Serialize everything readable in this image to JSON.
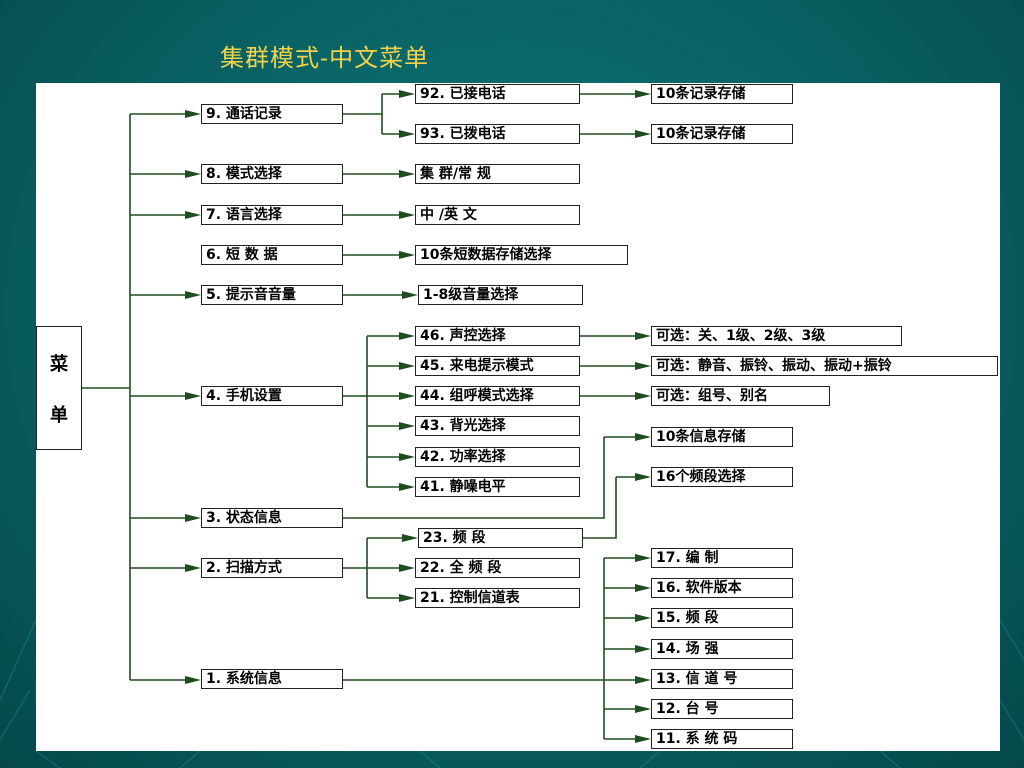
{
  "title": "集群模式-中文菜单",
  "root": [
    "菜",
    "单"
  ],
  "nodes": {
    "n9": "9. 通话记录",
    "n92": "92. 已接电话",
    "n93": "93. 已拨电话",
    "n92r": "10条记录存储",
    "n93r": "10条记录存储",
    "n8": "8. 模式选择",
    "n8r": "集 群/常 规",
    "n7": "7. 语言选择",
    "n7r": "中 /英 文",
    "n6": "6. 短 数 据",
    "n6r": "10条短数据存储选择",
    "n5": "5. 提示音音量",
    "n5r": "1-8级音量选择",
    "n4": "4. 手机设置",
    "n46": "46. 声控选择",
    "n46r": "可选：关、1级、2级、3级",
    "n45": "45. 来电提示模式",
    "n45r": "可选：静音、振铃、振动、振动+振铃",
    "n44": "44. 组呼模式选择",
    "n44r": "可选：组号、别名",
    "n43": "43. 背光选择",
    "n42": "42. 功率选择",
    "n41": "41. 静噪电平",
    "n3": "3. 状态信息",
    "n3r": "10条信息存储",
    "n23r": "16个频段选择",
    "n2": "2. 扫描方式",
    "n23": "23. 频 段",
    "n22": "22. 全 频 段",
    "n21": "21. 控制信道表",
    "n1": "1. 系统信息",
    "n17": "17. 编 制",
    "n16": "16. 软件版本",
    "n15": "15. 频 段",
    "n14": "14. 场 强",
    "n13": "13. 信 道 号",
    "n12": "12. 台 号",
    "n11": "11. 系 统 码"
  },
  "colors": {
    "background": "#085e60",
    "title": "#f4d24a",
    "line": "#1f4d1f",
    "panel": "#ffffff"
  }
}
